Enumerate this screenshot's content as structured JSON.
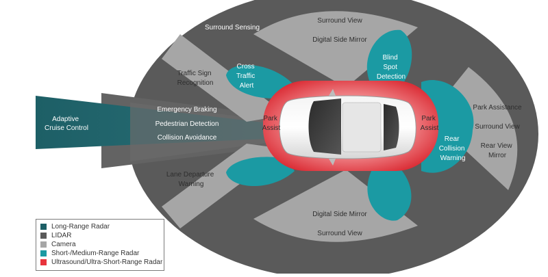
{
  "diagram": {
    "labels": {
      "adaptive_cruise_line1": "Adaptive",
      "adaptive_cruise_line2": "Cruise Control",
      "emergency_braking": "Emergency Braking",
      "pedestrian_detection": "Pedestrian Detection",
      "collision_avoidance": "Collision Avoidance",
      "traffic_sign_line1": "Traffic Sign",
      "traffic_sign_line2": "Recognition",
      "cross_traffic_line1": "Cross",
      "cross_traffic_line2": "Traffic",
      "cross_traffic_line3": "Alert",
      "surround_sensing": "Surround Sensing",
      "surround_view_top": "Surround View",
      "digital_mirror_top": "Digital Side Mirror",
      "blind_spot_line1": "Blind",
      "blind_spot_line2": "Spot",
      "blind_spot_line3": "Detection",
      "park_assist_front_line1": "Park",
      "park_assist_front_line2": "Assist",
      "park_assist_rear_line1": "Park",
      "park_assist_rear_line2": "Assist",
      "rear_collision_line1": "Rear",
      "rear_collision_line2": "Collision",
      "rear_collision_line3": "Warning",
      "park_assistance": "Park Assistance",
      "surround_view_rear": "Surround View",
      "rear_view_line1": "Rear View",
      "rear_view_line2": "Mirror",
      "lane_departure_line1": "Lane Departure",
      "lane_departure_line2": "Warning",
      "digital_mirror_bottom": "Digital Side Mirror",
      "surround_view_bottom": "Surround View"
    }
  },
  "legend": {
    "items": [
      {
        "label": "Long-Range Radar",
        "color": "#1d5f66"
      },
      {
        "label": "LIDAR",
        "color": "#5a5a5a"
      },
      {
        "label": "Camera",
        "color": "#a6a6a6"
      },
      {
        "label": "Short-/Medium-Range Radar",
        "color": "#1b9aa3"
      },
      {
        "label": "Ultrasound/Ultra-Short-Range Radar",
        "color": "#e8343c"
      }
    ]
  },
  "colors": {
    "long_range_radar": "#1d5f66",
    "lidar": "#5a5a5a",
    "camera": "#a6a6a6",
    "short_medium_radar": "#1b9aa3",
    "ultrasound": "#e8343c"
  }
}
